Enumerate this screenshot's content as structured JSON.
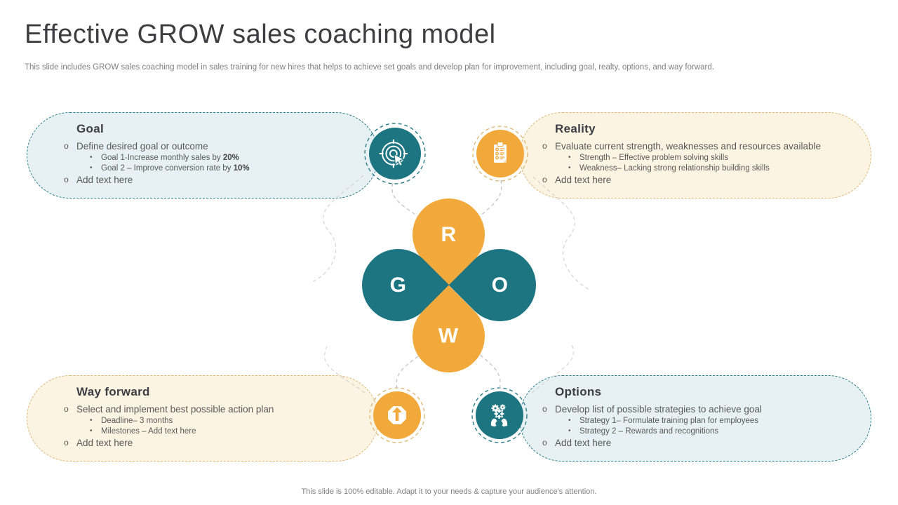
{
  "slide": {
    "title": "Effective GROW sales coaching model",
    "subtitle": "This slide includes GROW sales coaching model in sales training for new hires that helps to achieve set goals and develop plan for improvement, including goal, realty, options, and way forward.",
    "footer": "This slide is 100% editable. Adapt it to your needs & capture your audience's attention."
  },
  "markers": {
    "circle": "o",
    "dot": "•"
  },
  "flower": {
    "top": "R",
    "left": "G",
    "right": "O",
    "bottom": "W"
  },
  "colors": {
    "teal": "#1e7582",
    "orange": "#f2a93b",
    "teal_box_fill": "#e7f1f3",
    "cream_box_fill": "#fcf4e2",
    "teal_dash_border": "#2c7e8b",
    "orange_dash_border": "#ddb97c",
    "heading_text": "#3d3e45",
    "body_text": "#595959",
    "connector_gray": "#c3c3c3"
  },
  "sections": [
    {
      "id": "goal",
      "title": "Goal",
      "main": "Define desired goal or outcome",
      "subs": [
        {
          "pre": "Goal 1-Increase monthly sales by ",
          "bold": "20%"
        },
        {
          "pre": "Goal 2 – Improve conversion rate by ",
          "bold": "10%"
        }
      ],
      "end": "Add text here",
      "icon": "target-cursor"
    },
    {
      "id": "reality",
      "title": "Reality",
      "main": "Evaluate current strength, weaknesses and resources available",
      "subs": [
        {
          "pre": "Strength – Effective problem solving skills",
          "bold": ""
        },
        {
          "pre": "Weakness– Lacking strong relationship building skills",
          "bold": ""
        }
      ],
      "end": "Add text here",
      "icon": "checklist-clipboard"
    },
    {
      "id": "way-forward",
      "title": "Way forward",
      "main": "Select and implement best possible action plan",
      "subs": [
        {
          "pre": "Deadline– 3 months",
          "bold": ""
        },
        {
          "pre": "Milestones – Add text here",
          "bold": ""
        }
      ],
      "end": "Add text here",
      "icon": "up-arrow-badge"
    },
    {
      "id": "options",
      "title": "Options",
      "main": "Develop list of possible strategies to achieve goal",
      "subs": [
        {
          "pre": "Strategy 1– Formulate training plan for employees",
          "bold": ""
        },
        {
          "pre": "Strategy 2 – Rewards and recognitions",
          "bold": ""
        }
      ],
      "end": "Add text here",
      "icon": "hands-gears"
    }
  ]
}
